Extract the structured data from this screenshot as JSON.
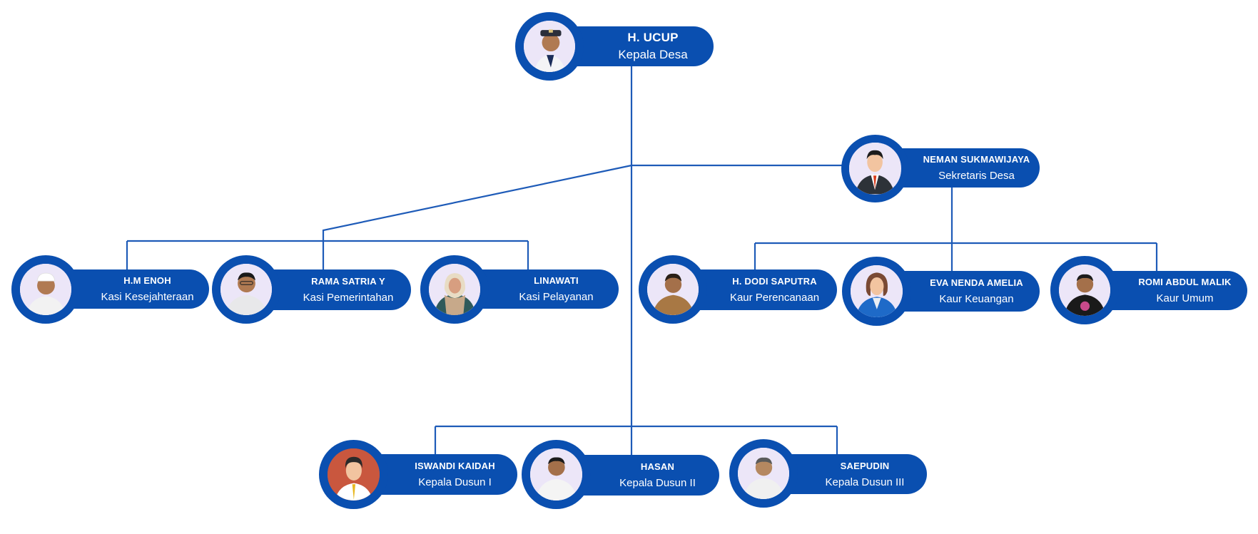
{
  "chart_title": "",
  "colors": {
    "primary": "#0a4fb0",
    "photo_bg": "#ece6f8",
    "line": "#1e5bb8"
  },
  "head": {
    "name": "H. UCUP",
    "role": "Kepala Desa",
    "icon": "person-photo-icon"
  },
  "secretary": {
    "name": "NEMAN SUKMAWIJAYA",
    "role": "Sekretaris Desa",
    "icon": "male-avatar-icon"
  },
  "kasi": [
    {
      "name": "H.M ENOH",
      "role": "Kasi Kesejahteraan"
    },
    {
      "name": "RAMA SATRIA Y",
      "role": "Kasi Pemerintahan"
    },
    {
      "name": "LINAWATI",
      "role": "Kasi Pelayanan"
    }
  ],
  "kaur": [
    {
      "name": "H. DODI SAPUTRA",
      "role": "Kaur Perencanaan"
    },
    {
      "name": "EVA NENDA AMELIA",
      "role": "Kaur Keuangan"
    },
    {
      "name": "ROMI ABDUL MALIK",
      "role": "Kaur Umum"
    }
  ],
  "dusun": [
    {
      "name": "ISWANDI KAIDAH",
      "role": "Kepala Dusun I"
    },
    {
      "name": "HASAN",
      "role": "Kepala Dusun II"
    },
    {
      "name": "SAEPUDIN",
      "role": "Kepala Dusun III"
    }
  ]
}
